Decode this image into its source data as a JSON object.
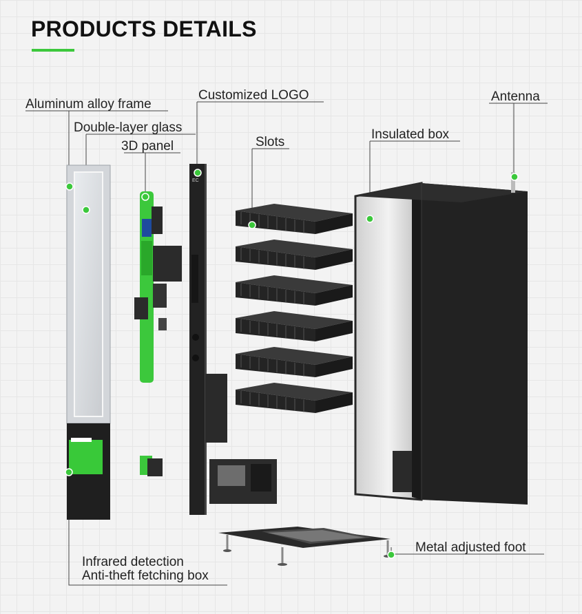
{
  "header": {
    "title": "PRODUCTS DETAILS"
  },
  "labels": {
    "frame": "Aluminum alloy frame",
    "glass": "Double-layer glass",
    "panel": "3D panel",
    "logo": "Customized LOGO",
    "slots": "Slots",
    "box": "Insulated box",
    "antenna": "Antenna",
    "foot": "Metal adjusted foot",
    "infrared": "Infrared detection",
    "antitheft": "Anti-theft fetching box"
  },
  "door_logo": "EC",
  "colors": {
    "accent": "#3cc83c",
    "cabinet": "#1f1f1f",
    "frame": "#d8d8d8"
  }
}
